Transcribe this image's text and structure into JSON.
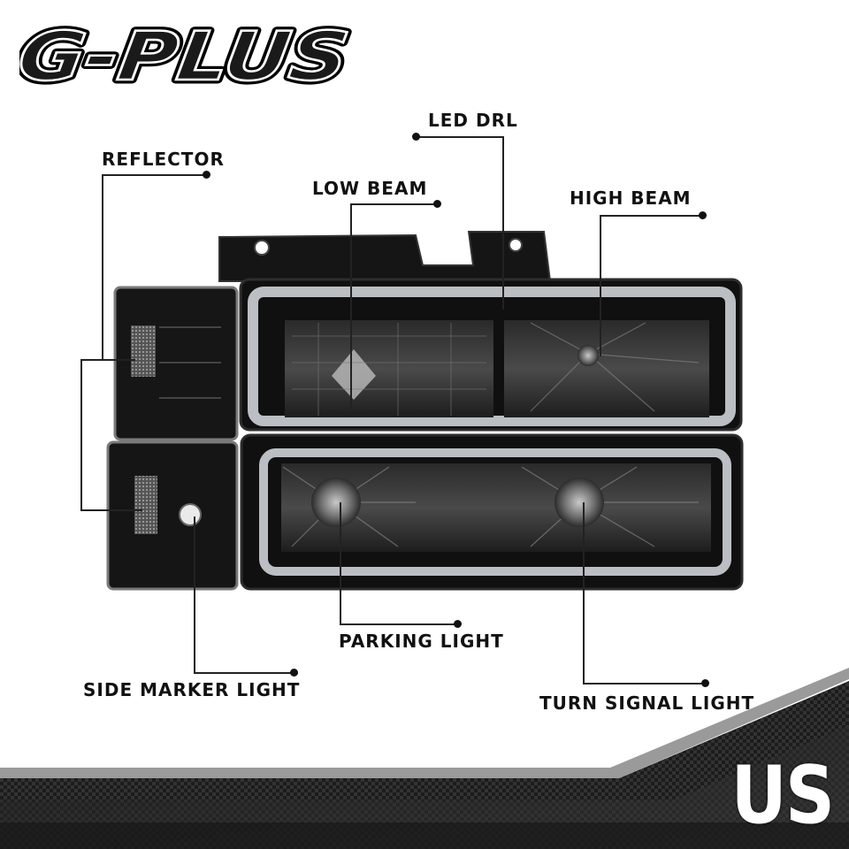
{
  "brand": {
    "logo_text": "G-PLUS"
  },
  "labels": {
    "led_drl": "LED DRL",
    "reflector": "REFLECTOR",
    "low_beam": "LOW BEAM",
    "high_beam": "HIGH BEAM",
    "parking_light": "PARKING LIGHT",
    "side_marker_light": "SIDE MARKER LIGHT",
    "turn_signal_light": "TURN SIGNAL LIGHT"
  },
  "badge": {
    "country": "US"
  },
  "colors": {
    "housing": "#141414",
    "lens_smoke": "#3a3a3a",
    "drl_glow": "#d9dde2",
    "chrome": "#9a9a9a",
    "label": "#111111"
  }
}
